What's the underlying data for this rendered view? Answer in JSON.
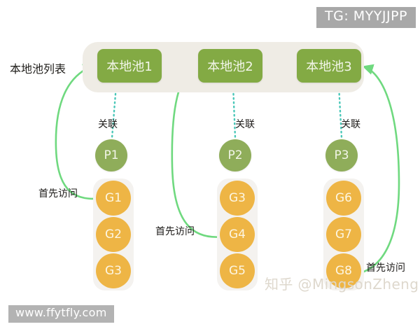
{
  "overlays": {
    "tg_banner": "TG: MYYJJPP",
    "url_banner": "www.ffytfly.com",
    "watermark": "知乎 @MingsonZheng"
  },
  "colors": {
    "pool_box": "#83aa44",
    "pool_capsule": "#efece5",
    "p_node": "#8fad5a",
    "g_node": "#eeb545",
    "g_column": "#f4f2ef",
    "arrow_green": "#6fd97f",
    "dotted_teal": "#49c7b8",
    "banner_gray": "#a8a8a8",
    "watermark_gray": "#ded8cd"
  },
  "labels": {
    "pool_list": "本地池列表",
    "associate": "关联",
    "first_access": "首先访问"
  },
  "pools": [
    {
      "name": "本地池1"
    },
    {
      "name": "本地池2"
    },
    {
      "name": "本地池3"
    }
  ],
  "p_nodes": [
    {
      "name": "P1"
    },
    {
      "name": "P2"
    },
    {
      "name": "P3"
    }
  ],
  "g_columns": [
    {
      "nodes": [
        {
          "name": "G1"
        },
        {
          "name": "G2"
        },
        {
          "name": "G3"
        }
      ]
    },
    {
      "nodes": [
        {
          "name": "G3"
        },
        {
          "name": "G4"
        },
        {
          "name": "G5"
        }
      ]
    },
    {
      "nodes": [
        {
          "name": "G6"
        },
        {
          "name": "G7"
        },
        {
          "name": "G8"
        }
      ]
    }
  ],
  "annotations": {
    "associate_0": "关联",
    "associate_1": "关联",
    "associate_2": "关联",
    "first_access_0": "首先访问",
    "first_access_1": "首先访问",
    "first_access_2": "首先访问"
  }
}
